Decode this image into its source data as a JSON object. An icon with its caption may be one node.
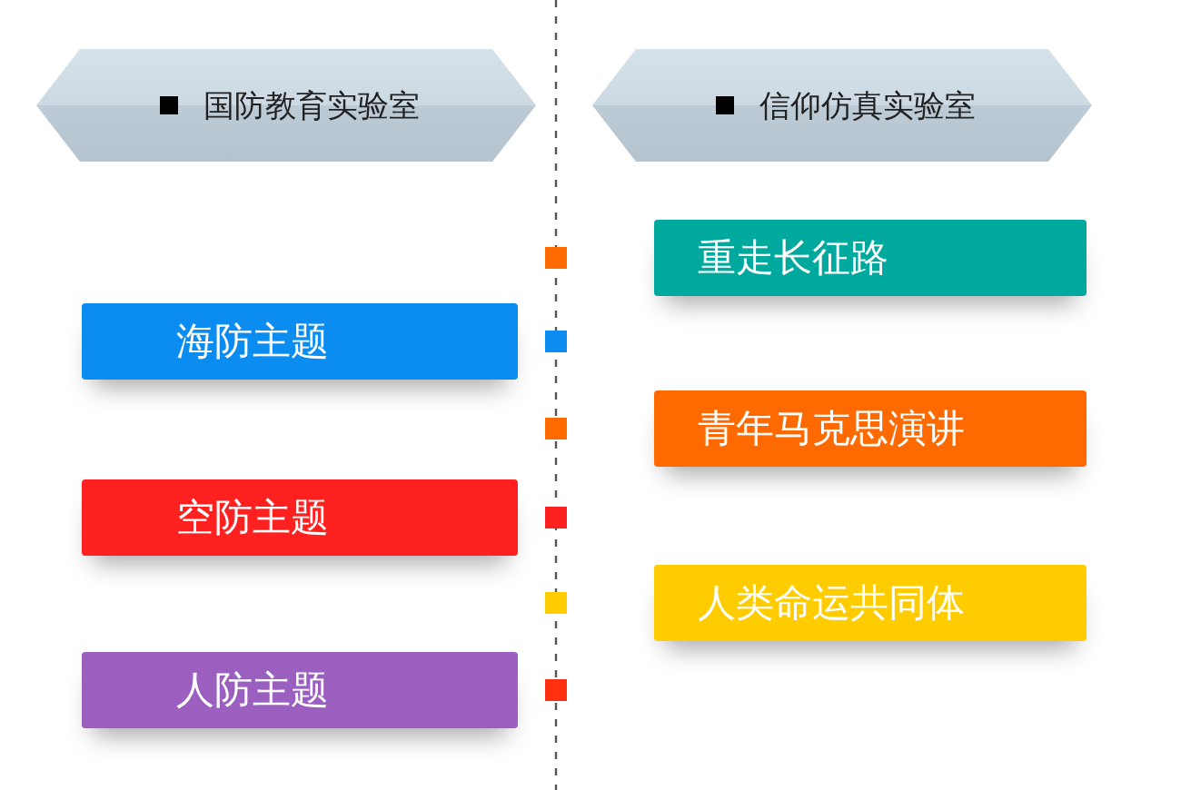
{
  "diagram": {
    "nodes": [
      {
        "text": [
          "国防教育实验室"
        ]
      },
      {
        "text": [
          "信仰仿真实验室"
        ]
      },
      {
        "text": [
          "重走长征路"
        ]
      },
      {
        "text": [
          "海防主题"
        ]
      },
      {
        "text": [
          "青年马克思演讲"
        ]
      },
      {
        "text": [
          "空防主题"
        ]
      },
      {
        "text": [
          "人类命运共同体"
        ]
      },
      {
        "text": [
          "人防主题"
        ]
      }
    ]
  }
}
